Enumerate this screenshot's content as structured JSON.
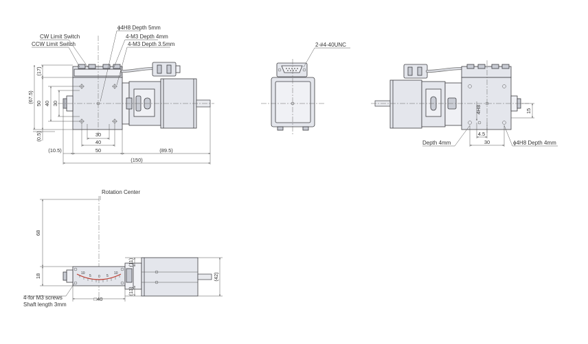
{
  "front_view": {
    "callouts": {
      "cw_limit_switch": "CW Limit Switch",
      "ccw_limit_switch": "CCW Limit Switch",
      "pin_hole": "ϕ4H8 Depth 5mm",
      "tapped_4mm": "4-M3 Depth 4mm",
      "tapped_3_5mm": "4-M3 Depth 3.5mm"
    },
    "dimensions": {
      "top_17": "(17)",
      "height_67_5": "(67.5)",
      "h50": "50",
      "h40": "40",
      "h30": "30",
      "bottom_0_5": "(0.5)",
      "w30": "30",
      "w40": "40",
      "w50": "50",
      "left_10_5": "(10.5)",
      "right_89_5": "(89.5)",
      "total_150": "(150)"
    }
  },
  "end_view": {
    "callouts": {
      "connector": "2-#4-40UNC"
    }
  },
  "rear_view": {
    "callouts": {
      "depth_4mm": "Depth 4mm",
      "pin_hole": "ϕ4H8 Depth 4mm"
    },
    "dimensions": {
      "v4h8": "4H8",
      "w4_5": "4.5",
      "w30": "30",
      "h15": "15"
    }
  },
  "side_view": {
    "callouts": {
      "rotation_center": "Rotation Center",
      "screws": "4-for M3 screws",
      "shaft_length": "Shaft length 3mm"
    },
    "dimensions": {
      "h68": "68",
      "h18": "18",
      "top_11": "(11)",
      "bottom_13": "(13)",
      "h42": "(42)",
      "square_40": "□40"
    },
    "scale_ticks": [
      "10",
      "5",
      "0",
      "5",
      "10"
    ]
  },
  "colors": {
    "body": "#e4e6ec",
    "line": "#3c3c40",
    "scale_red": "#c0392b"
  }
}
